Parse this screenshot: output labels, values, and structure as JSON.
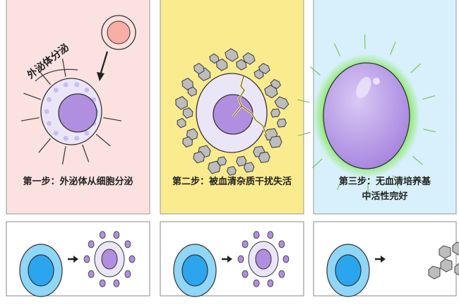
{
  "panels": [
    {
      "step_label": "第一步：外泌体从细胞分泌",
      "annotation": "外泌体分泌",
      "background": "#fbe1df"
    },
    {
      "step_label": "第二步：被血清杂质干扰失活",
      "background": "#fbeb8f"
    },
    {
      "step_label_line1": "第三步：无血清培养基",
      "step_label_line2": "中活性完好",
      "background": "#d8f0fb"
    }
  ],
  "colors": {
    "cell_purple": "#b08ee0",
    "cell_ring": "#ebe6f7",
    "rock_gray": "#bdbdbd",
    "blue_cell": "#8fd6f7",
    "blue_nucleus": "#2ba6ee",
    "glow_green": "#7be84a"
  }
}
